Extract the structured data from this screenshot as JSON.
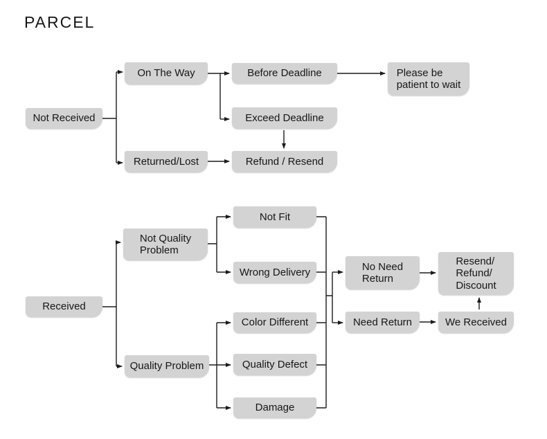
{
  "title": "PARCEL",
  "colors": {
    "node_fill": "#d3d3d3",
    "node_text": "#161616",
    "line": "#1b1b1b",
    "background": "#ffffff"
  },
  "diagram": {
    "nodes": {
      "not_received": {
        "label": "Not Received"
      },
      "on_the_way": {
        "label": "On The Way"
      },
      "returned_lost": {
        "label": "Returned/Lost"
      },
      "before_deadline": {
        "label": "Before Deadline"
      },
      "exceed_deadline": {
        "label": "Exceed Deadline"
      },
      "refund_resend": {
        "label": "Refund / Resend"
      },
      "please_wait": {
        "label": "Please be\npatient to wait"
      },
      "received": {
        "label": "Received"
      },
      "not_quality_problem": {
        "label": "Not Quality\nProblem"
      },
      "quality_problem": {
        "label": "Quality Problem"
      },
      "not_fit": {
        "label": "Not Fit"
      },
      "wrong_delivery": {
        "label": "Wrong Delivery"
      },
      "color_different": {
        "label": "Color Different"
      },
      "quality_defect": {
        "label": "Quality Defect"
      },
      "damage": {
        "label": "Damage"
      },
      "no_need_return": {
        "label": "No Need\nReturn"
      },
      "need_return": {
        "label": "Need Return"
      },
      "resend_refund_discount": {
        "label": "Resend/\nRefund/\nDiscount"
      },
      "we_received": {
        "label": "We Received"
      }
    },
    "edges": [
      {
        "from": "not_received",
        "to": "on_the_way"
      },
      {
        "from": "not_received",
        "to": "returned_lost"
      },
      {
        "from": "on_the_way",
        "to": "before_deadline"
      },
      {
        "from": "on_the_way",
        "to": "exceed_deadline"
      },
      {
        "from": "before_deadline",
        "to": "please_wait"
      },
      {
        "from": "exceed_deadline",
        "to": "refund_resend"
      },
      {
        "from": "returned_lost",
        "to": "refund_resend"
      },
      {
        "from": "received",
        "to": "not_quality_problem"
      },
      {
        "from": "received",
        "to": "quality_problem"
      },
      {
        "from": "not_quality_problem",
        "to": "not_fit"
      },
      {
        "from": "not_quality_problem",
        "to": "wrong_delivery"
      },
      {
        "from": "quality_problem",
        "to": "color_different"
      },
      {
        "from": "quality_problem",
        "to": "quality_defect"
      },
      {
        "from": "quality_problem",
        "to": "damage"
      },
      {
        "from": "not_fit",
        "to": "return_decision_junction"
      },
      {
        "from": "wrong_delivery",
        "to": "return_decision_junction"
      },
      {
        "from": "color_different",
        "to": "return_decision_junction"
      },
      {
        "from": "quality_defect",
        "to": "return_decision_junction"
      },
      {
        "from": "damage",
        "to": "return_decision_junction"
      },
      {
        "from": "return_decision_junction",
        "to": "no_need_return"
      },
      {
        "from": "return_decision_junction",
        "to": "need_return"
      },
      {
        "from": "no_need_return",
        "to": "resend_refund_discount"
      },
      {
        "from": "need_return",
        "to": "we_received"
      },
      {
        "from": "we_received",
        "to": "resend_refund_discount"
      }
    ]
  }
}
